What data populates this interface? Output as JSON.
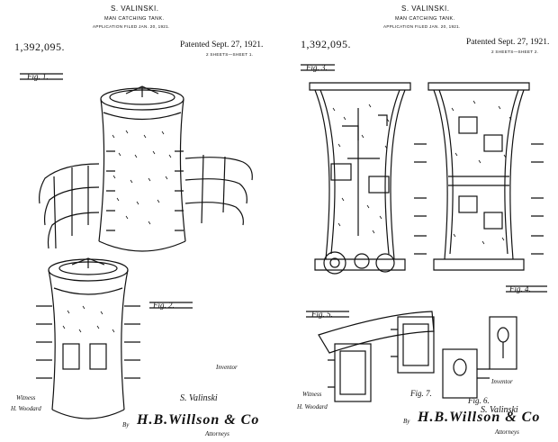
{
  "sheets": [
    {
      "inventor": "S. VALINSKI.",
      "title": "MAN CATCHING TANK.",
      "application": "APPLICATION FILED JAN. 20, 1921.",
      "patent_number": "1,392,095.",
      "patented": "Patented Sept. 27, 1921.",
      "sheet_info": "2 SHEETS—SHEET 1.",
      "figures": [
        "Fig. 1.",
        "Fig. 2."
      ],
      "inventor_label": "Inventor",
      "inventor_signature": "S. Valinski",
      "witness_label": "Witness",
      "witness_signature": "H. Woodard",
      "by_label": "By",
      "attorney_signature": "H.B.Willson & Co",
      "attorneys_label": "Attorneys"
    },
    {
      "inventor": "S. VALINSKI.",
      "title": "MAN CATCHING TANK.",
      "application": "APPLICATION FILED JAN. 20, 1921.",
      "patent_number": "1,392,095.",
      "patented": "Patented Sept. 27, 1921.",
      "sheet_info": "2 SHEETS—SHEET 2.",
      "figures": [
        "Fig. 3.",
        "Fig. 4.",
        "Fig. 5.",
        "Fig. 6.",
        "Fig. 7."
      ],
      "inventor_label": "Inventor",
      "inventor_signature": "S. Valinski",
      "witness_label": "Witness",
      "witness_signature": "H. Woodard",
      "by_label": "By",
      "attorney_signature": "H.B.Willson & Co",
      "attorneys_label": "Attorneys"
    }
  ]
}
